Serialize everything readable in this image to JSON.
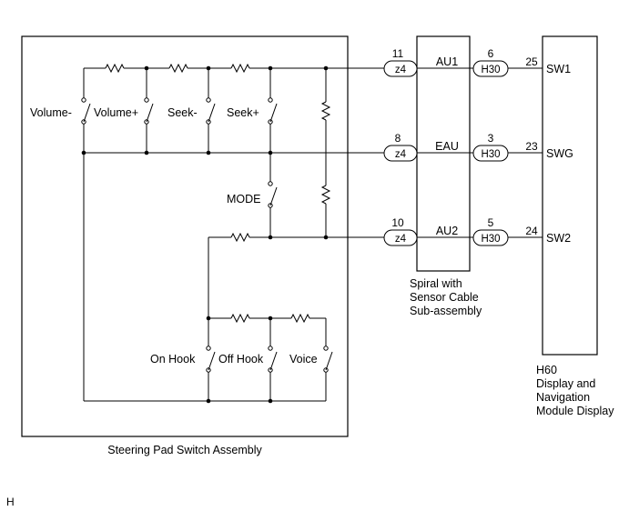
{
  "switch_assembly": {
    "caption": "Steering Pad Switch Assembly",
    "switches": {
      "volume_minus": "Volume-",
      "volume_plus": "Volume+",
      "seek_minus": "Seek-",
      "seek_plus": "Seek+",
      "mode": "MODE",
      "on_hook": "On Hook",
      "off_hook": "Off Hook",
      "voice": "Voice"
    }
  },
  "spiral_cable": {
    "caption_lines": [
      "Spiral with",
      "Sensor Cable",
      "Sub-assembly"
    ],
    "signals": [
      "AU1",
      "EAU",
      "AU2"
    ]
  },
  "z4_connector": {
    "name": "z4",
    "pins": [
      "11",
      "8",
      "10"
    ]
  },
  "h30_connector": {
    "name": "H30",
    "pins": [
      "6",
      "3",
      "5"
    ]
  },
  "display_module": {
    "caption_lines": [
      "H60",
      "Display and",
      "Navigation",
      "Module Display"
    ],
    "pins": [
      "25",
      "23",
      "24"
    ],
    "signals": [
      "SW1",
      "SWG",
      "SW2"
    ]
  },
  "footer_mark": "H"
}
